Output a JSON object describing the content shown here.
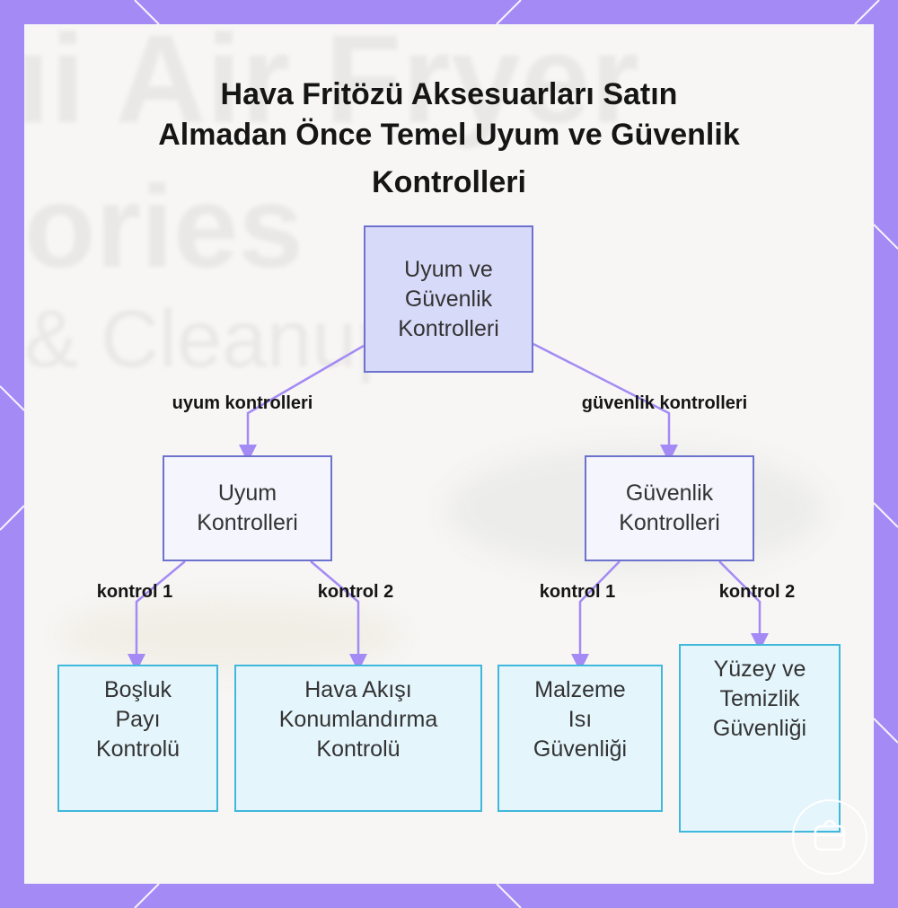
{
  "title": {
    "line1": "Hava Fritözü Aksesuarları Satın",
    "line2": "Almadan Önce Temel Uyum ve Güvenlik",
    "line3": "Kontrolleri"
  },
  "background_text": {
    "line1": "ıi Air Fryer",
    "line2": "ories",
    "line3": "& Cleanup"
  },
  "nodes": {
    "root": "Uyum ve\nGüvenlik\nKontrolleri",
    "uyum": "Uyum\nKontrolleri",
    "guvenlik": "Güvenlik\nKontrolleri",
    "bosluk": "Boşluk\nPayı\nKontrolü",
    "hava": "Hava Akışı\nKonumlandırma\nKontrolü",
    "malzeme": "Malzeme\nIsı\nGüvenliği",
    "yuzey": "Yüzey ve\nTemizlik\nGüvenliği"
  },
  "edge_labels": {
    "root_uyum": "uyum kontrolleri",
    "root_guvenlik": "güvenlik kontrolleri",
    "uyum_bosluk": "kontrol 1",
    "uyum_hava": "kontrol 2",
    "guvenlik_malzeme": "kontrol 1",
    "guvenlik_yuzey": "kontrol 2"
  },
  "colors": {
    "frame": "#a48af4",
    "edge": "#a48af4",
    "root_fill": "#d8daf9",
    "node_border": "#6e72cf",
    "leaf_fill": "#e4f5fc",
    "leaf_border": "#3fb8dc"
  },
  "logo_icon": "pot-logo-icon"
}
